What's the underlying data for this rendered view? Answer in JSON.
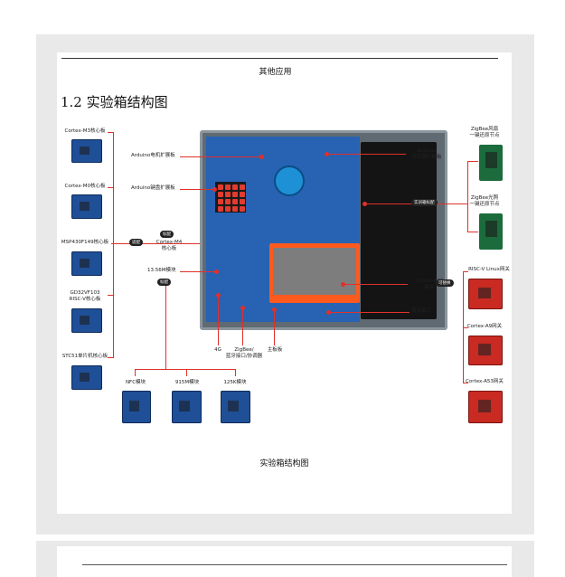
{
  "header": {
    "text": "其他应用"
  },
  "section": {
    "title": "1.2 实验箱结构图"
  },
  "caption": "实验箱结构图",
  "left_boards": [
    "Cortex-M3核心板",
    "Cortex-M0核心板",
    "MSP430F149核心板",
    "GD32VF103\nRISC-V核心板",
    "STC51单片机核心板"
  ],
  "left_pill": "适配",
  "center_labels": {
    "motor_ext": "Arduino电机扩展板",
    "keypad_ext": "Arduino键盘扩展板",
    "m4_pill": "标配",
    "m4": "Cortex-M4\n核心板",
    "rf": "13.56M模块",
    "rf_pill": "标配",
    "sensor_ext": "Arduino\n传感器扩展板",
    "a72": "Cortex-A72\n网关",
    "debug": "调试串口",
    "g4": "4G",
    "zigbee": "ZigBee/\n蓝牙接口/协调器",
    "mainboard": "主板板"
  },
  "bottom_modules": [
    "NFC模块",
    "915M模块",
    "125K模块"
  ],
  "right_top": {
    "pill": "实训箱标配",
    "items": [
      "ZigBee风扇\n一键还原节点",
      "ZigBee光照\n一键还原节点"
    ]
  },
  "right_bottom": {
    "pill": "可替换",
    "items": [
      "RISC-V Linux网关",
      "Cortex-A9网关",
      "Cortex-A53网关"
    ]
  },
  "colors": {
    "accent": "#e0302a",
    "board_blue": "#1f4f96",
    "board_red": "#c92a22"
  }
}
